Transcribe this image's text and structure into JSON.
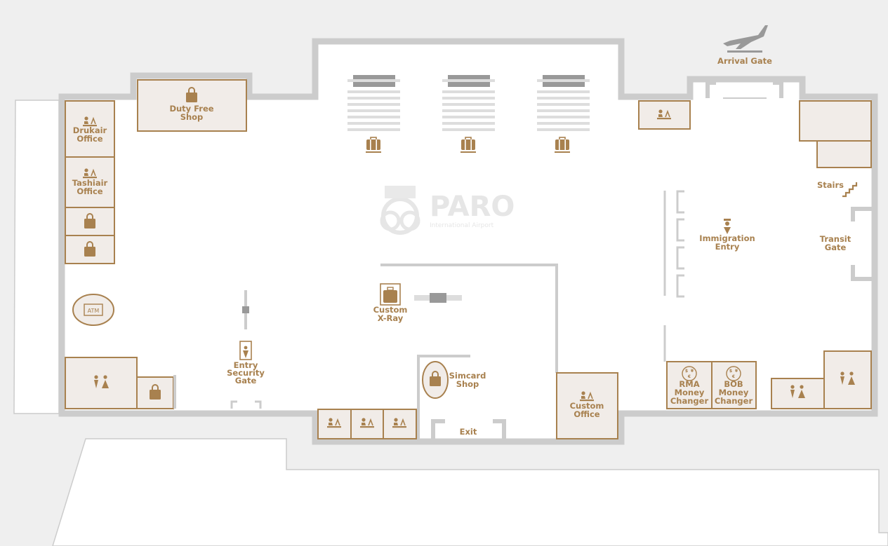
{
  "colors": {
    "background": "#efefef",
    "floor": "#ffffff",
    "wall": "#cccccc",
    "accent": "#a8814f",
    "room_fill": "#f1ece8"
  },
  "watermark": {
    "title": "PARO",
    "subtitle": "International Airport"
  },
  "labels": {
    "duty_free": [
      "Duty Free",
      "Shop"
    ],
    "drukair": [
      "Drukair",
      "Office"
    ],
    "tashiair": [
      "Tashiair",
      "Office"
    ],
    "atm": "ATM",
    "arrival_gate": "Arrival Gate",
    "stairs": "Stairs",
    "transit_gate": [
      "Transit",
      "Gate"
    ],
    "immigration": [
      "Immigration",
      "Entry"
    ],
    "custom_xray": [
      "Custom",
      "X-Ray"
    ],
    "entry_security": [
      "Entry",
      "Security",
      "Gate"
    ],
    "simcard": [
      "Simcard",
      "Shop"
    ],
    "exit": "Exit",
    "custom_office": [
      "Custom",
      "Office"
    ],
    "rma": [
      "RMA",
      "Money",
      "Changer"
    ],
    "bob": [
      "BOB",
      "Money",
      "Changer"
    ]
  },
  "icons": {
    "shop": "shopping-bag-icon",
    "office": "office-desk-icon",
    "baggage": "luggage-icon",
    "restroom": "restroom-icon",
    "airplane": "airplane-landing-icon",
    "stairs": "stairs-icon",
    "immigration": "immigration-officer-icon",
    "xray": "xray-scanner-icon",
    "security": "metal-detector-icon",
    "money": "currency-exchange-icon"
  }
}
